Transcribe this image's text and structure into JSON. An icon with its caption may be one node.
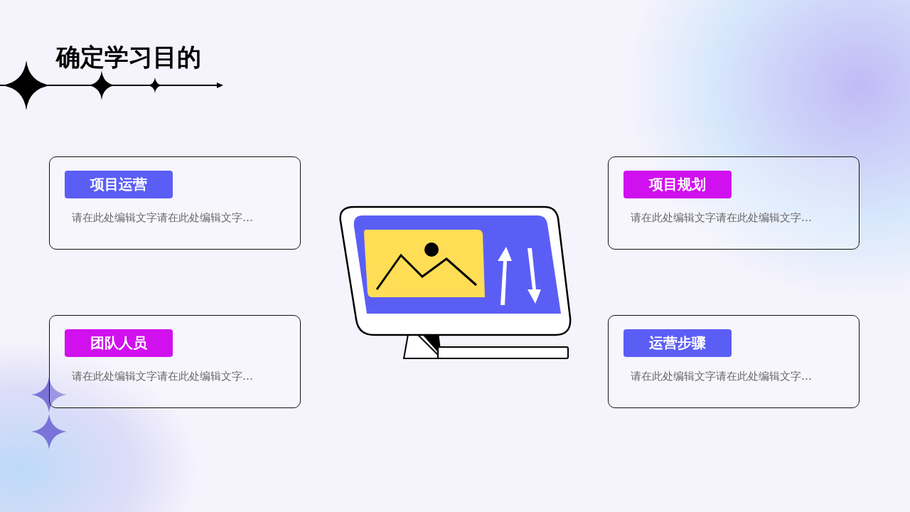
{
  "diagram": {
    "title": "确定学习目的",
    "nodes": [
      {
        "text": [
          "项目运营",
          "请在此处编辑文字请在此处编辑文字…"
        ]
      },
      {
        "text": [
          "项目规划",
          "请在此处编辑文字请在此处编辑文字…"
        ]
      },
      {
        "text": [
          "团队人员",
          "请在此处编辑文字请在此处编辑文字…"
        ]
      },
      {
        "text": [
          "运营步骤",
          "请在此处编辑文字请在此处编辑文字…"
        ]
      }
    ]
  }
}
